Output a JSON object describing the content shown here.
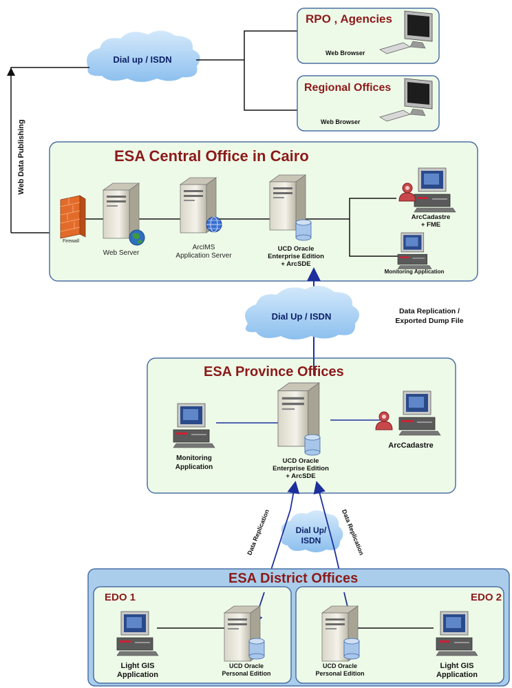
{
  "clouds": {
    "top": "Dial up / ISDN",
    "middle": "Dial Up / ISDN",
    "bottom_line1": "Dial Up/",
    "bottom_line2": "ISDN"
  },
  "rpo": {
    "title": "RPO , Agencies",
    "client": "Web Browser"
  },
  "regional": {
    "title": "Regional Offices",
    "client": "Web Browser"
  },
  "web_publishing": "Web Data Publishing",
  "central": {
    "title": "ESA Central Office in Cairo",
    "firewall": "Firewall",
    "web_server": "Web Server",
    "arcims_line1": "ArcIMS",
    "arcims_line2": "Application Server",
    "db_line1": "UCD Oracle",
    "db_line2": "Enterprise Edition",
    "db_line3": "+ ArcSDE",
    "arccadastre_line1": "ArcCadastre",
    "arccadastre_line2": "+ FME",
    "monitoring": "Monitoring Application"
  },
  "replication_note_line1": "Data Replication /",
  "replication_note_line2": "Exported Dump File",
  "province": {
    "title": "ESA Province Offices",
    "monitoring_line1": "Monitoring",
    "monitoring_line2": "Application",
    "db_line1": "UCD Oracle",
    "db_line2": "Enterprise Edition",
    "db_line3": "+ ArcSDE",
    "arccadastre": "ArcCadastre"
  },
  "data_replication_left": "Data Replication",
  "data_replication_right": "Data Replication",
  "district": {
    "title": "ESA District Offices",
    "edo1": {
      "title": "EDO 1",
      "app_line1": "Light GIS",
      "app_line2": "Application",
      "db_line1": "UCD Oracle",
      "db_line2": "Personal Edition"
    },
    "edo2": {
      "title": "EDO 2",
      "app_line1": "Light GIS",
      "app_line2": "Application",
      "db_line1": "UCD Oracle",
      "db_line2": "Personal Edition"
    }
  },
  "colors": {
    "box_fill": "#eefae8",
    "box_stroke": "#4a6fa5",
    "district_fill": "#a9cdea",
    "title_red": "#8b1a1a",
    "cloud": "#a8cff3",
    "arrow": "#1c2f9c"
  }
}
